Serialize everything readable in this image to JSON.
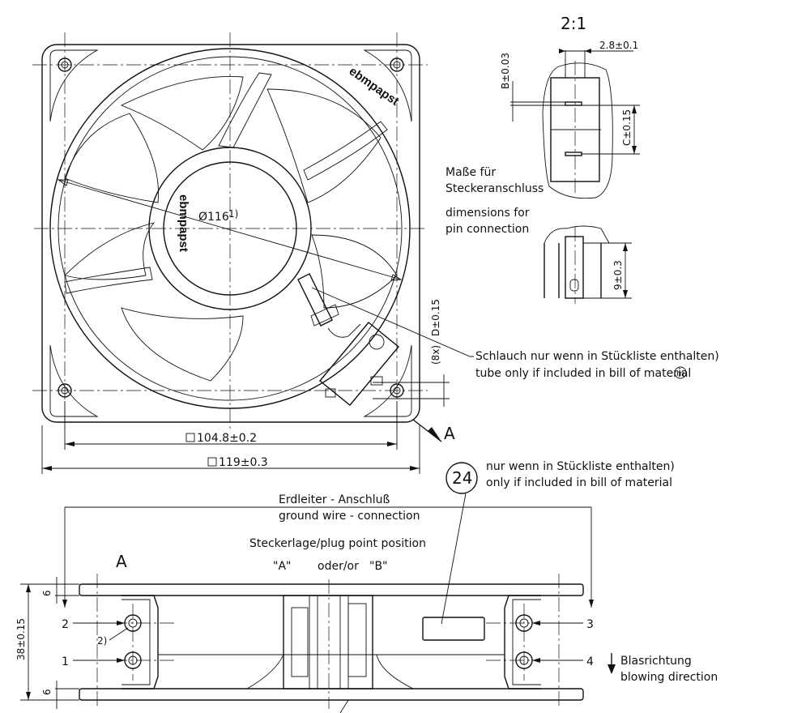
{
  "scale": "2:1",
  "dim_pin_width": "2.8±0.1",
  "dim_pin_B": "B±0.03",
  "dim_pin_C": "C±0.15",
  "dim_pin_9": "9±0.3",
  "label_de_pin": [
    "Maße für",
    "Steckeranschluss"
  ],
  "label_en_pin": [
    "dimensions for",
    "pin connection"
  ],
  "brand": "ebmpapst",
  "dim_diameter": "Ø116",
  "dim_diameter_note": "1)",
  "dim_D": "D±0.15",
  "dim_8x": "(8x)",
  "tube_de": "Schlauch nur wenn in Stückliste enthalten)",
  "tube_en": "tube only if included in bill of material",
  "tube_mark": "m",
  "view_A": "A",
  "dim_hole_spacing": "104.8±0.2",
  "dim_outer": "119±0.3",
  "item_number": "24",
  "item_de": "nur wenn in Stückliste enthalten)",
  "item_en": "only if included in bill of material",
  "ground_de": "Erdleiter - Anschluß",
  "ground_en": "ground wire - connection",
  "plug_position": "Steckerlage/plug point position",
  "plug_A": "\"A\"",
  "plug_or": "oder/or",
  "plug_B": "\"B\"",
  "side_A": "A",
  "dim_height": "38±0.15",
  "dim_6_top": "6",
  "dim_6_bottom": "6",
  "pin_1": "1",
  "pin_2": "2",
  "pin_3": "3",
  "pin_4": "4",
  "note_2": "2)",
  "blow_de": "Blasrichtung",
  "blow_en": "blowing direction"
}
